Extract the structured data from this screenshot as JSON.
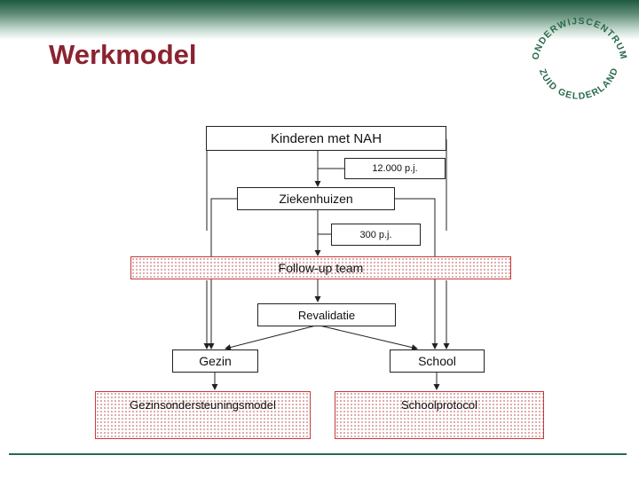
{
  "slide": {
    "title": "Werkmodel"
  },
  "logo": {
    "top_text": "ONDERWIJSCENTRUM",
    "bottom_text": "ZUID GELDERLAND",
    "color": "#2a6a4c"
  },
  "diagram": {
    "nodes": {
      "kinderen": "Kinderen met NAH",
      "count_12000": "12.000 p.j.",
      "ziekenhuizen": "Ziekenhuizen",
      "count_300": "300 p.j.",
      "followup": "Follow-up team",
      "revalidatie": "Revalidatie",
      "gezin": "Gezin",
      "school": "School",
      "gezinsondersteuning": "Gezinsondersteuningsmodel",
      "schoolprotocol": "Schoolprotocol"
    }
  },
  "colors": {
    "title": "#8b2330",
    "hatch_border": "#c43a3a",
    "line": "#222222"
  }
}
